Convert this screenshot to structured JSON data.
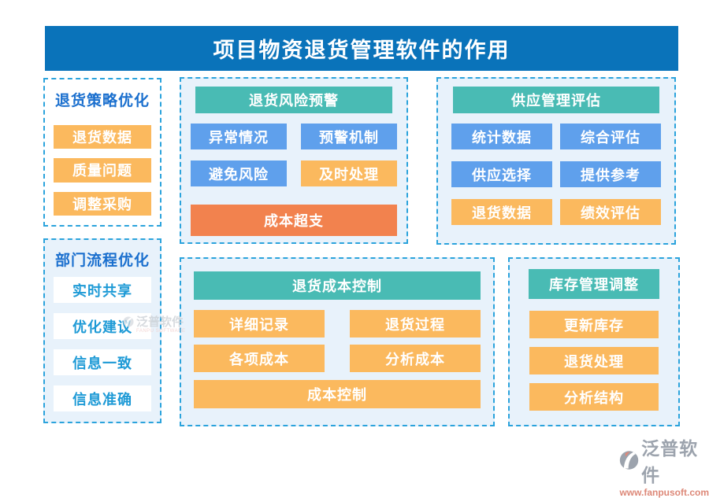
{
  "title": "项目物资退货管理软件的作用",
  "colors": {
    "banner": "#0A73BA",
    "teal": "#49BBB4",
    "item_blue": "#5FA0EC",
    "item_orange": "#FBB95E",
    "item_orange_dark": "#F2824E",
    "box_bg": "#E8F2FB",
    "dash": "#2BA3DC",
    "section_title_text": "#1A6FCE",
    "light_item_text": "#1E9AD6"
  },
  "sections": {
    "strategy": {
      "header": "退货策略优化",
      "items": [
        "退货数据",
        "质量问题",
        "调整采购"
      ]
    },
    "process": {
      "header": "部门流程优化",
      "items": [
        "实时共享",
        "优化建议",
        "信息一致",
        "信息准确"
      ]
    },
    "risk": {
      "header": "退货风险预警",
      "items": [
        "异常情况",
        "预警机制",
        "避免风险",
        "及时处理"
      ],
      "wide": "成本超支"
    },
    "supply": {
      "header": "供应管理评估",
      "items": [
        "统计数据",
        "综合评估",
        "供应选择",
        "提供参考",
        "退货数据",
        "绩效评估"
      ]
    },
    "cost": {
      "header": "退货成本控制",
      "items": [
        "详细记录",
        "退货过程",
        "各项成本",
        "分析成本"
      ],
      "wide": "成本控制"
    },
    "inventory": {
      "header": "库存管理调整",
      "items": [
        "更新库存",
        "退货处理",
        "分析结构"
      ]
    }
  },
  "watermark": {
    "name": "泛普软件",
    "sub": "FANPU SOFTWARE"
  },
  "logo": {
    "name": "泛普软件",
    "url": "www.fanpusoft.com"
  }
}
